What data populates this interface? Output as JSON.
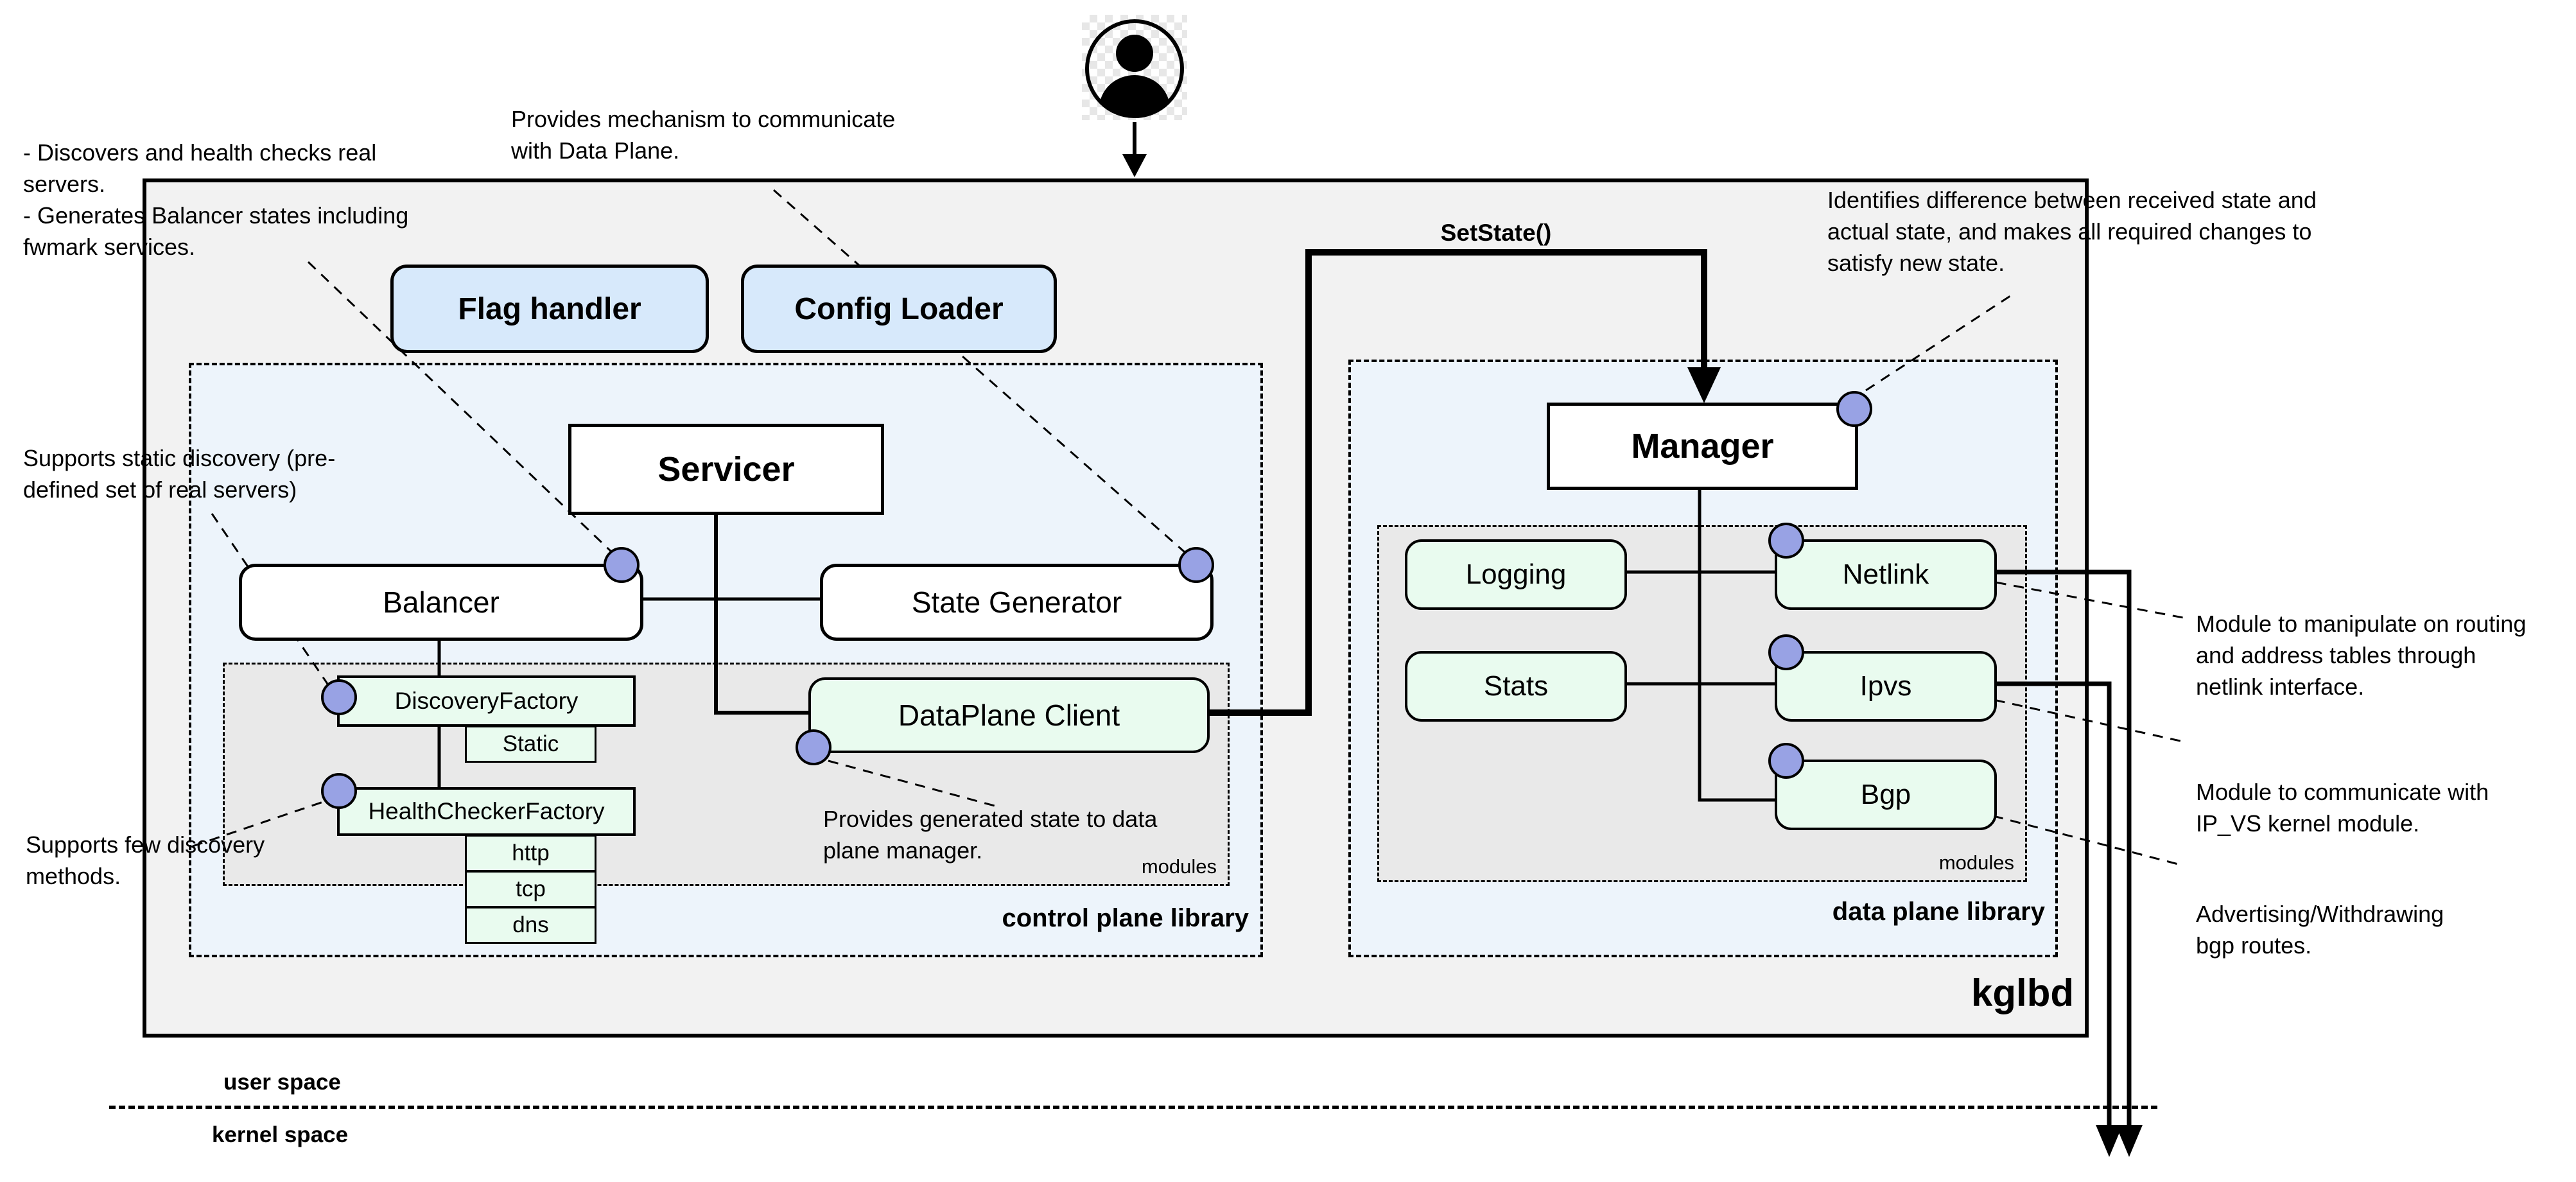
{
  "regions": {
    "kglbd": "kglbd",
    "control_plane": "control plane library",
    "data_plane": "data plane library",
    "control_modules": "modules",
    "data_modules": "modules",
    "user_space": "user space",
    "kernel_space": "kernel space"
  },
  "nodes": {
    "flag_handler": "Flag handler",
    "config_loader": "Config Loader",
    "servicer": "Servicer",
    "balancer": "Balancer",
    "state_generator": "State Generator",
    "dataplane_client": "DataPlane Client",
    "discovery_factory": "DiscoveryFactory",
    "static": "Static",
    "health_checker_factory": "HealthCheckerFactory",
    "http": "http",
    "tcp": "tcp",
    "dns": "dns",
    "manager": "Manager",
    "logging": "Logging",
    "stats": "Stats",
    "netlink": "Netlink",
    "ipvs": "Ipvs",
    "bgp": "Bgp"
  },
  "edges": {
    "set_state": "SetState()"
  },
  "annotations": {
    "balancer_note": "- Discovers and health checks  real\nservers.\n- Generates Balancer states including\nfwmark services.",
    "state_generator_note": "Provides mechanism to communicate\nwith Data Plane.",
    "discovery_note": "Supports static discovery (pre-\ndefined set of real servers)",
    "health_checker_note": "Supports few discovery\nmethods.",
    "dataplane_client_note": "Provides generated state to data\nplane manager.",
    "manager_note": "Identifies difference between received state and\nactual state, and makes all required changes to\nsatisfy new state.",
    "netlink_note": "Module to manipulate on routing\nand address tables through\nnetlink interface.",
    "ipvs_note": "Module to communicate with\nIP_VS kernel module.",
    "bgp_note": "Advertising/Withdrawing\nbgp routes."
  },
  "colors": {
    "outer_bg": "#f2f2f2",
    "plane_bg": "#edf4fb",
    "modules_bg": "#e9e9e9",
    "blue_box": "#d7e9fb",
    "green_box": "#e9fbef",
    "connector_dot": "#98a2e4",
    "line": "#000000"
  }
}
